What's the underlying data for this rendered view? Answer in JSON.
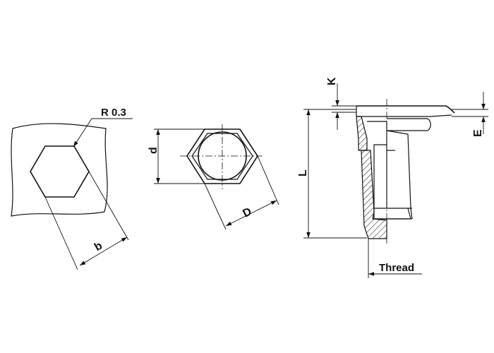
{
  "labels": {
    "radius": "R 0.3",
    "b": "b",
    "d": "d",
    "D": "D",
    "L": "L",
    "K": "K",
    "E": "E",
    "thread": "Thread"
  }
}
